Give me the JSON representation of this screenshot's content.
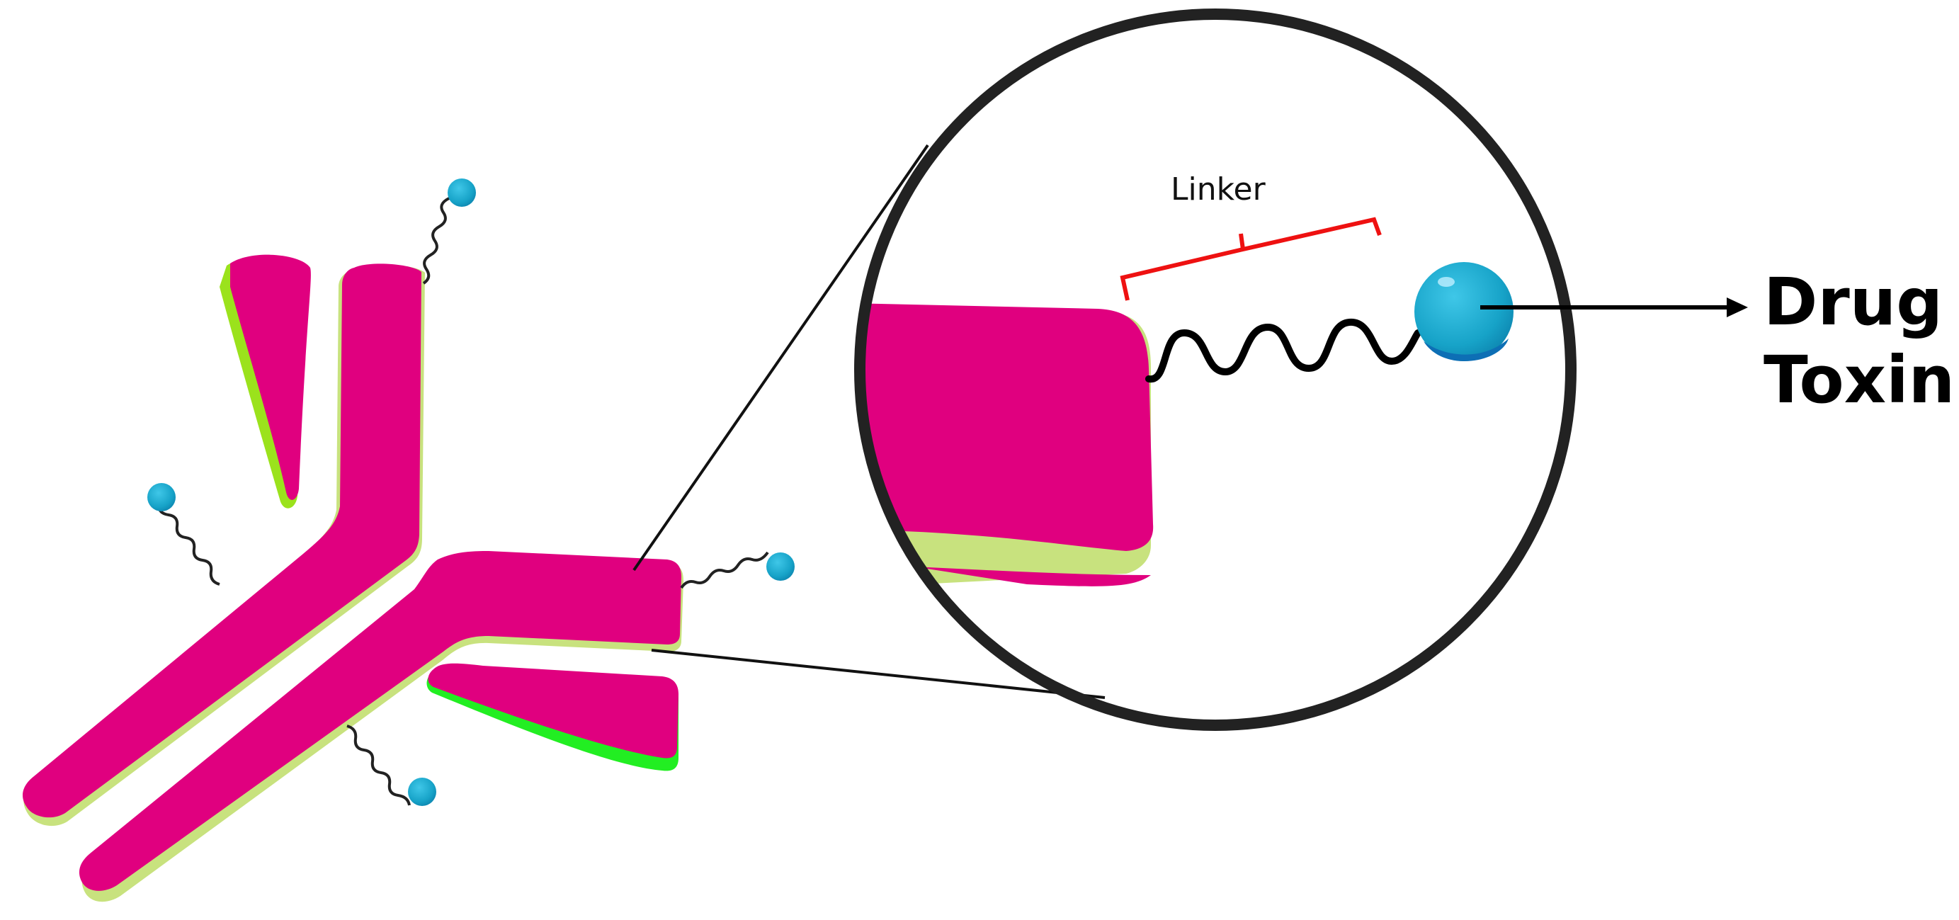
{
  "diagram": {
    "labels": {
      "linker": "Linker",
      "drug_line1": "Drug",
      "drug_line2": "Toxin"
    },
    "colors": {
      "antibody": "#e0007f",
      "antibody_edge": "#c8e27e",
      "light_chain_accent": "#9be21c",
      "light_chain_accent_bright": "#22ee22",
      "drug_bead": "#17a3c8",
      "drug_bead_dark": "#0d6fb5",
      "bracket": "#ee1111",
      "outline": "#222222"
    },
    "icons": [
      "antibody-icon",
      "drug-bead-icon",
      "linker-chain-icon",
      "arrow-icon"
    ]
  }
}
